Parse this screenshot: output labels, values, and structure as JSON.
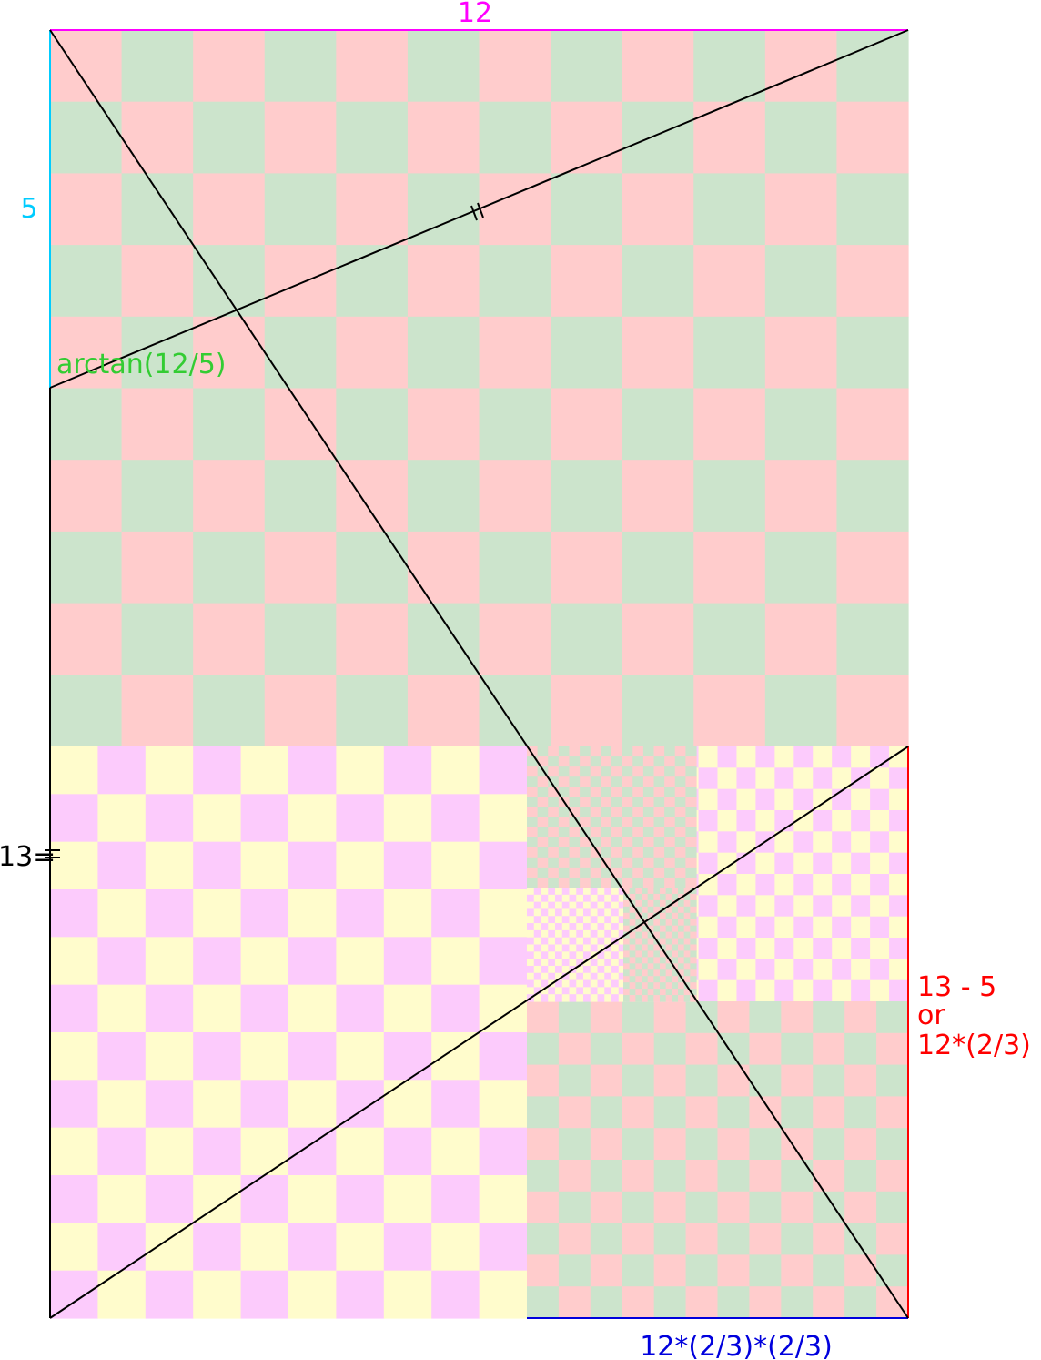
{
  "labels": {
    "top_width": "12",
    "left_short": "5",
    "angle": "arctan(12/5)",
    "left_long": "13=",
    "right_height": [
      "13 - 5",
      "or",
      "12*(2/3)"
    ],
    "bottom_width": "12*(2/3)*(2/3)"
  },
  "colors": {
    "top_label": "#ff00ff",
    "left_short_label": "#00ccff",
    "angle_label": "#33cc33",
    "left_long_label": "#000000",
    "right_label": "#ff0000",
    "bottom_label": "#0000dd",
    "checker_pink": "#ffcccc",
    "checker_green": "#cce4cc",
    "checker_magenta": "#fccbfc",
    "checker_yellow": "#fffccc",
    "lines": "#000000"
  },
  "grids": {
    "top_rectangle": {
      "cols": 12,
      "rows": 10
    },
    "bottom_left_square": {
      "cols": 10,
      "rows": 12
    },
    "bottom_right_upper": {
      "cols": 10,
      "rows": 12
    },
    "bottom_right_lower": {
      "cols": 12,
      "rows": 10
    }
  }
}
